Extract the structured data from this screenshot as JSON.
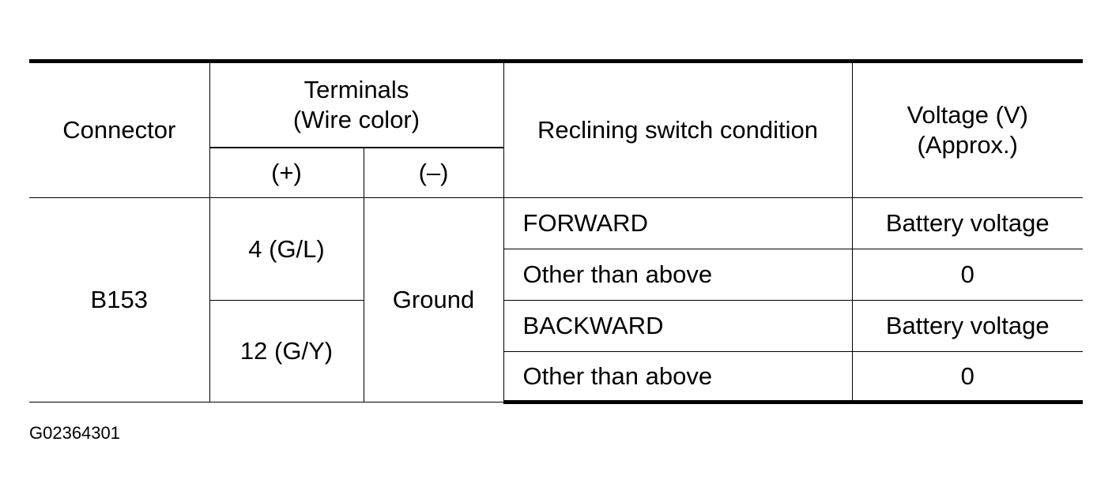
{
  "table": {
    "headers": {
      "connector": "Connector",
      "terminals_line1": "Terminals",
      "terminals_line2": "(Wire color)",
      "plus": "(+)",
      "minus": "(–)",
      "condition": "Reclining switch condition",
      "voltage_line1": "Voltage (V)",
      "voltage_line2": "(Approx.)"
    },
    "connector": "B153",
    "minus_terminal": "Ground",
    "rows": [
      {
        "plus": "4 (G/L)",
        "condition": "FORWARD",
        "voltage": "Battery voltage"
      },
      {
        "condition": "Other than above",
        "voltage": "0"
      },
      {
        "plus": "12 (G/Y)",
        "condition": "BACKWARD",
        "voltage": "Battery voltage"
      },
      {
        "condition": "Other than above",
        "voltage": "0"
      }
    ]
  },
  "figure_code": "G02364301"
}
